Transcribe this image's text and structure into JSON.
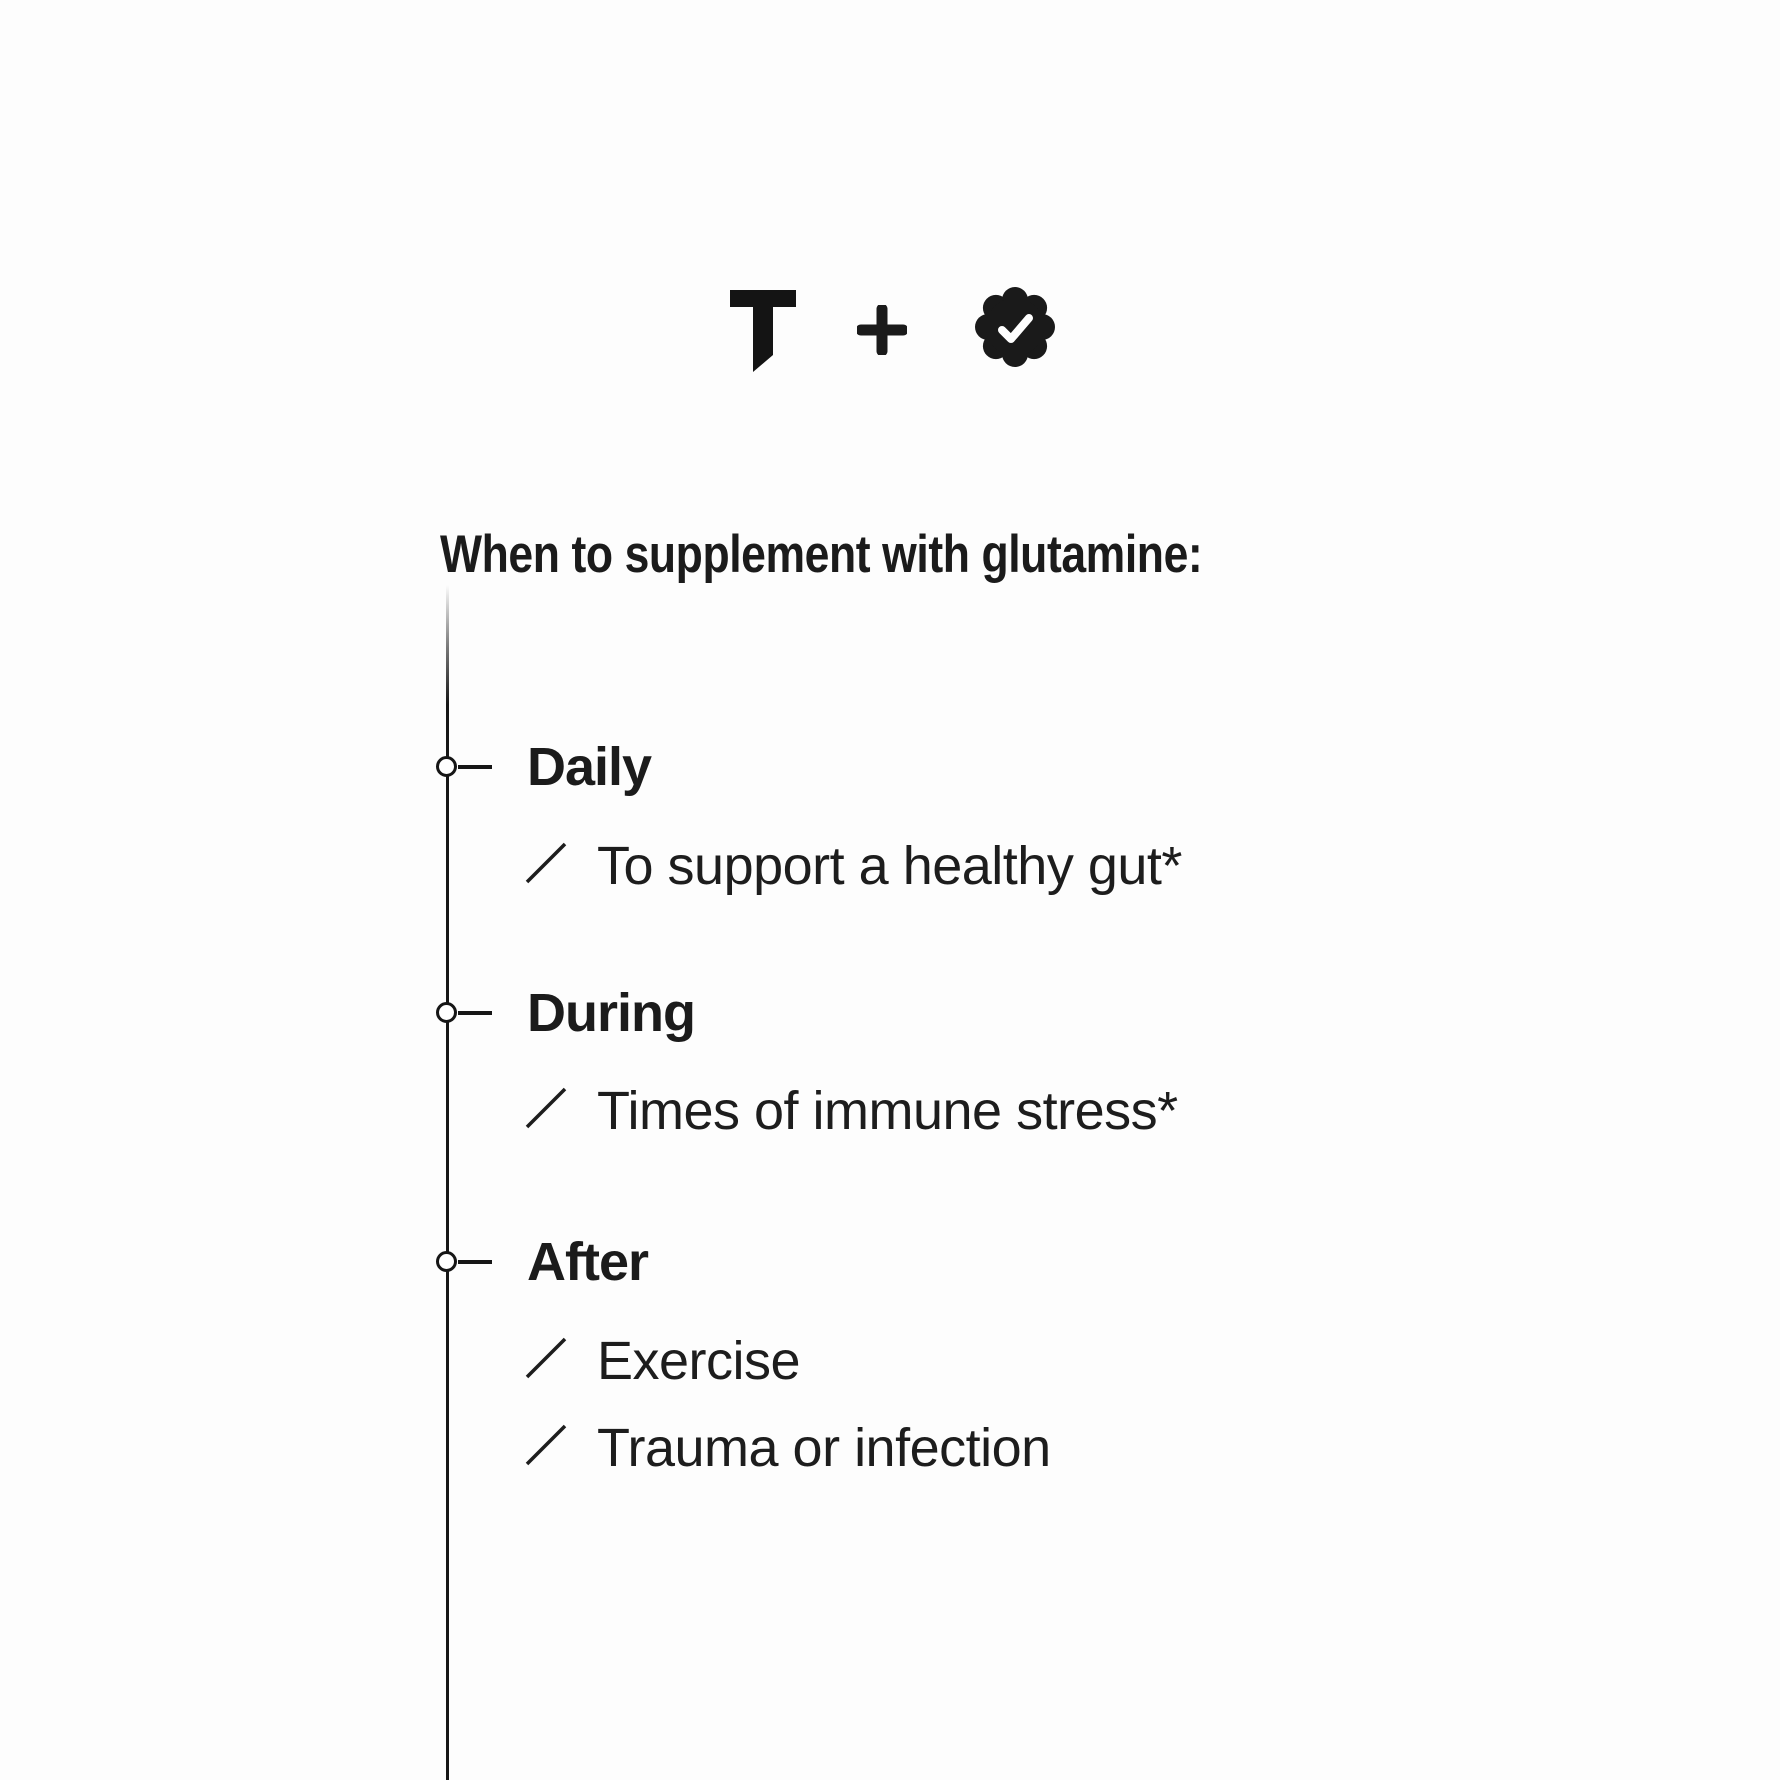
{
  "colors": {
    "background": "#fdfdfd",
    "text": "#1d1d1d",
    "heading": "#1b1b1b",
    "line": "#161616",
    "badge": "#1a1a1a",
    "check": "#ffffff"
  },
  "logo_row": {
    "brand_icon": "thorne-t-logo",
    "separator_icon": "plus-icon",
    "badge_icon": "verified-badge-icon"
  },
  "title": "When to supplement with glutamine:",
  "timeline": {
    "sections": [
      {
        "label": "Daily",
        "items": [
          {
            "text": "To support a healthy gut*"
          }
        ]
      },
      {
        "label": "During",
        "items": [
          {
            "text": "Times of immune stress*"
          }
        ]
      },
      {
        "label": "After",
        "items": [
          {
            "text": "Exercise"
          },
          {
            "text": "Trauma or infection"
          }
        ]
      }
    ]
  }
}
